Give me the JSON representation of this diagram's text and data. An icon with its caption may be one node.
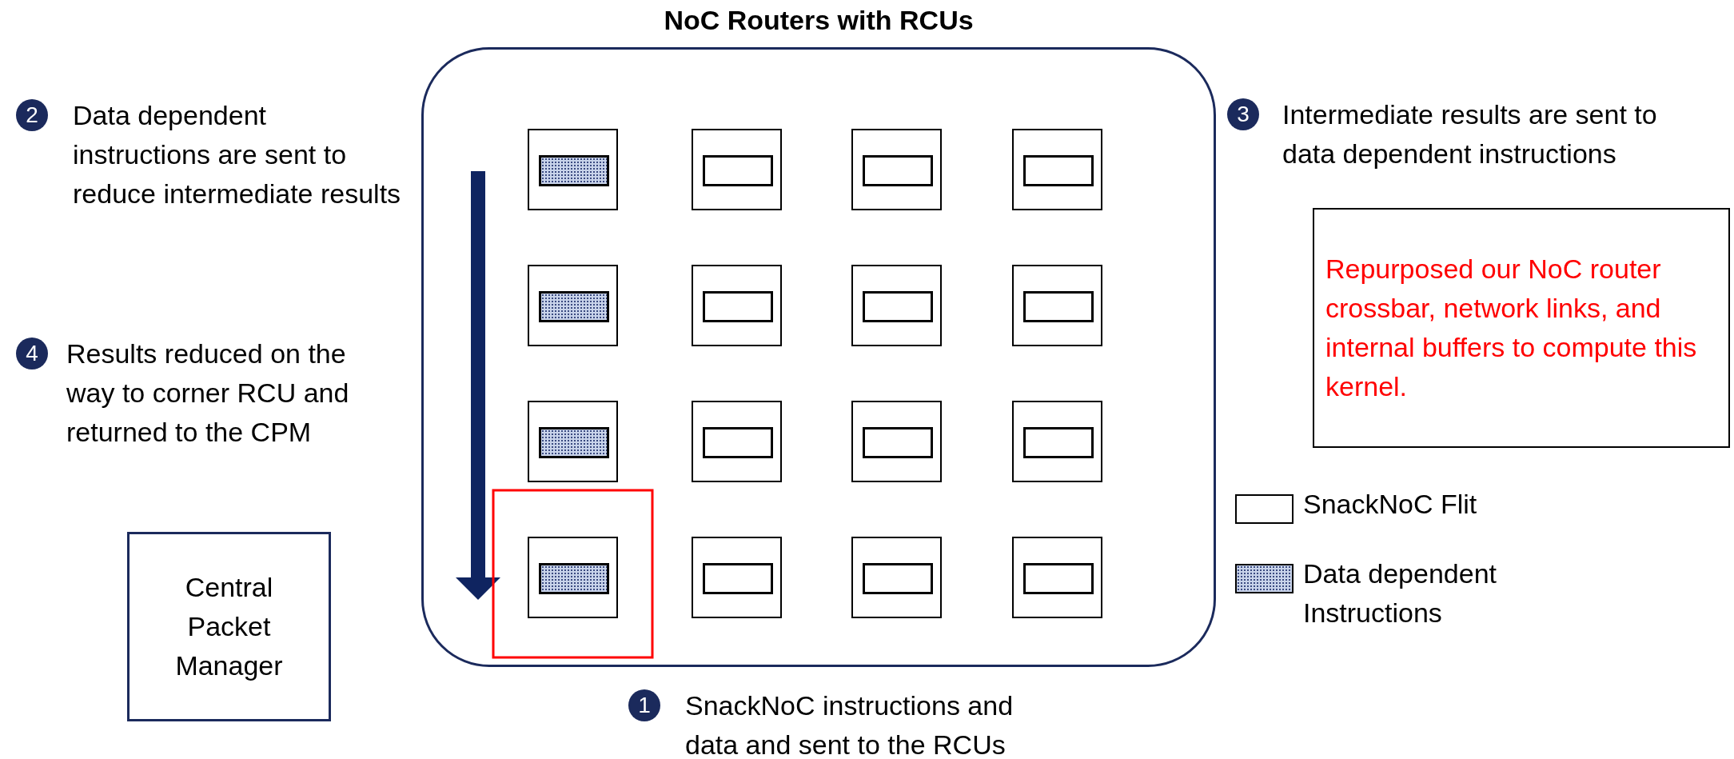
{
  "diagram": {
    "nodes": [
      {
        "text": [
          "NoC Routers with RCUs"
        ]
      },
      {
        "text": [],
        "shape": "box",
        "in": 0
      },
      {
        "text": [],
        "shape": "box",
        "in": 1
      },
      {
        "text": [],
        "shape": "box",
        "in": 0
      },
      {
        "text": [],
        "shape": "box",
        "in": 3
      },
      {
        "text": [],
        "shape": "box",
        "in": 0
      },
      {
        "text": [],
        "shape": "box",
        "in": 5
      },
      {
        "text": [],
        "shape": "box",
        "in": 0
      },
      {
        "text": [],
        "shape": "box",
        "in": 7
      },
      {
        "text": [],
        "shape": "box",
        "in": 0
      },
      {
        "text": [],
        "shape": "box",
        "in": 9
      },
      {
        "text": [],
        "shape": "box",
        "in": 0
      },
      {
        "text": [],
        "shape": "box",
        "in": 11
      },
      {
        "text": [],
        "shape": "box",
        "in": 0
      },
      {
        "text": [],
        "shape": "box",
        "in": 13
      },
      {
        "text": [],
        "shape": "box",
        "in": 0
      },
      {
        "text": [],
        "shape": "box",
        "in": 15
      },
      {
        "text": [],
        "shape": "box",
        "in": 0
      },
      {
        "text": [],
        "shape": "box",
        "in": 17
      },
      {
        "text": [],
        "shape": "box",
        "in": 0
      },
      {
        "text": [],
        "shape": "box",
        "in": 19
      },
      {
        "text": [],
        "shape": "box",
        "in": 0
      },
      {
        "text": [],
        "shape": "box",
        "in": 21
      },
      {
        "text": [],
        "shape": "box",
        "in": 0
      },
      {
        "text": [],
        "shape": "box",
        "in": 23
      },
      {
        "text": [],
        "shape": "box",
        "in": 0
      },
      {
        "text": [],
        "shape": "box",
        "in": 25
      },
      {
        "text": [],
        "shape": "box",
        "in": 0
      },
      {
        "text": [],
        "shape": "box",
        "in": 27
      },
      {
        "text": [],
        "shape": "box",
        "in": 0
      },
      {
        "text": [],
        "shape": "box",
        "in": 29
      },
      {
        "text": [],
        "shape": "box",
        "in": 0
      },
      {
        "text": [],
        "shape": "box",
        "in": 31
      },
      {
        "text": [
          "Central Packet Manager"
        ]
      },
      {
        "text": [
          "Repurposed our NoC router crossbar, network links, and internal buffers to compute this kernel."
        ]
      }
    ],
    "edges": [],
    "labels": [
      "2",
      "Data dependent instructions are sent to reduce intermediate results",
      "3",
      "Intermediate results are sent to data dependent instructions",
      "4",
      "Results reduced on the way to corner RCU and returned to the CPM",
      "1",
      "SnackNoC instructions and data and sent to the RCUs"
    ],
    "legend": [
      {
        "text": "SnackNoC Flit"
      },
      {
        "text": "Data dependent Instructions"
      }
    ]
  }
}
